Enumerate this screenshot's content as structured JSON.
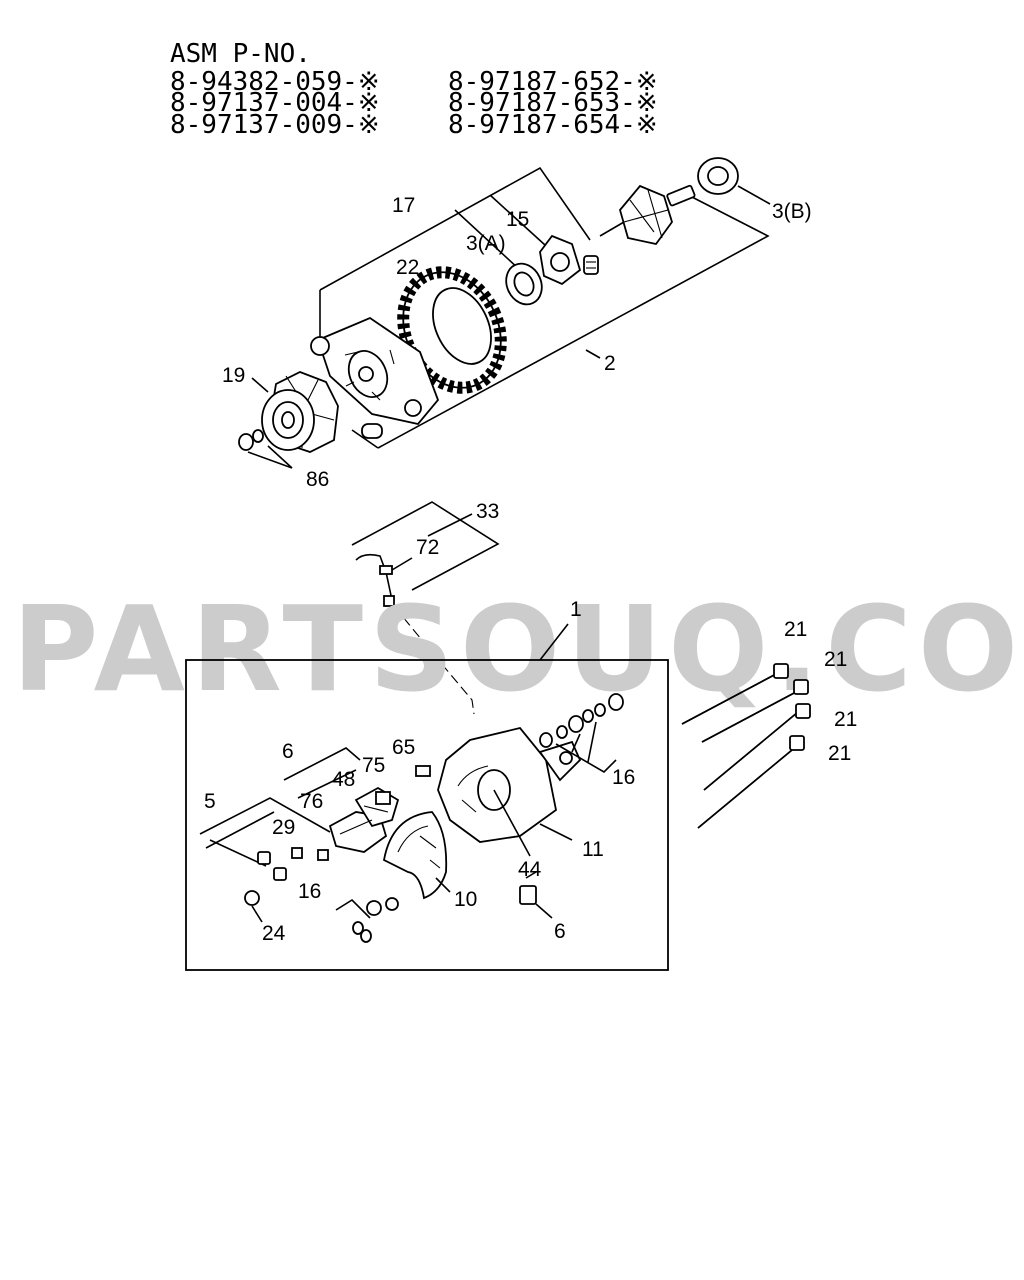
{
  "header": {
    "title": "ASM P-NO.",
    "part_numbers": [
      "8-94382-059-※",
      "8-97137-004-※",
      "8-97137-009-※",
      "8-97187-652-※",
      "8-97187-653-※",
      "8-97187-654-※"
    ]
  },
  "watermark": "PARTSOUQ.COM",
  "callouts": [
    "17",
    "15",
    "3(A)",
    "22",
    "3(B)",
    "2",
    "19",
    "86",
    "33",
    "72",
    "1",
    "21",
    "21",
    "21",
    "21",
    "6",
    "75",
    "65",
    "48",
    "76",
    "5",
    "29",
    "16",
    "44",
    "11",
    "10",
    "16",
    "24",
    "6"
  ]
}
